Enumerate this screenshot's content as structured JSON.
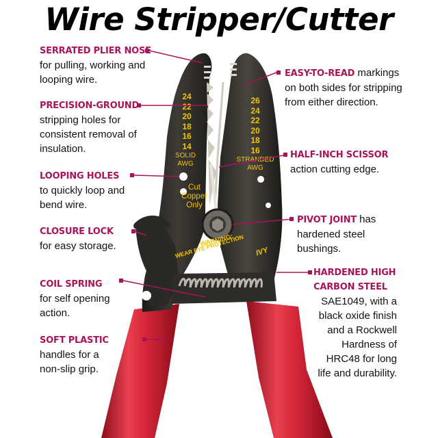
{
  "title": "Wire Stripper/Cutter",
  "tool": {
    "solid_gauges": [
      "24",
      "22",
      "20",
      "18",
      "16",
      "14"
    ],
    "solid_label": "SOLID\nAWG",
    "stranded_gauges": [
      "26",
      "24",
      "22",
      "20",
      "18",
      "16"
    ],
    "stranded_label": "STRANDED\nAWG",
    "cut_label": [
      "Cut",
      "Copper",
      "Only"
    ],
    "warning": "WARNING:",
    "warning_text": "WEAR EYE PROTECTION",
    "brand": "IVY"
  },
  "callouts": [
    {
      "heading": "SERRATED PLIER NOSE",
      "text": "for pulling, working and looping wire."
    },
    {
      "heading": "PRECISION-GROUND",
      "text": "stripping holes for consistent removal of insulation."
    },
    {
      "heading": "LOOPING HOLES",
      "text": "to quickly loop and bend wire."
    },
    {
      "heading": "CLOSURE LOCK",
      "text": "for easy storage."
    },
    {
      "heading": "COIL SPRING",
      "text": "for self opening action."
    },
    {
      "heading": "SOFT PLASTIC",
      "text": "handles for a non-slip grip."
    },
    {
      "heading": "EASY-TO-READ",
      "text": "markings on both sides for stripping from either direction."
    },
    {
      "heading": "HALF-INCH SCISSOR",
      "text": "action cutting edge."
    },
    {
      "heading": "PIVOT JOINT",
      "text": "has hardened steel bushings."
    },
    {
      "heading": "HARDENED HIGH CARBON STEEL",
      "text": "SAE1049, with a black oxide finish and a Rockwell Hardness of HRC48 for long life and durability."
    }
  ],
  "colors": {
    "accent": "#a8145a",
    "handle": "#d8283a",
    "steel": "#2b2a26",
    "marking": "#f0c400"
  }
}
